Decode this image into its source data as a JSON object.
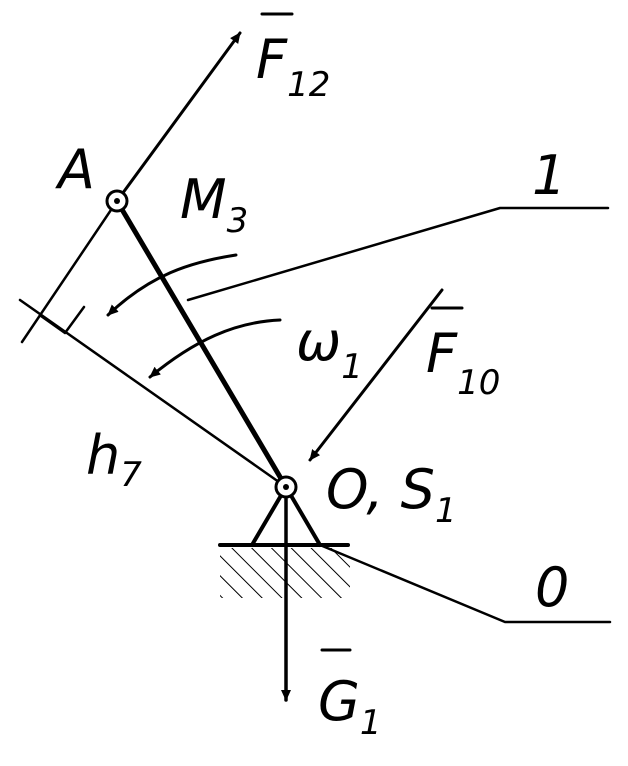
{
  "labels": {
    "point_a": "A",
    "force_f12": {
      "main": "F",
      "sub": "12"
    },
    "moment_m3": {
      "main": "M",
      "sub": "3"
    },
    "omega": {
      "main": "ω",
      "sub": "1"
    },
    "force_f10": {
      "main": "F",
      "sub": "10"
    },
    "pivot": {
      "main": "O",
      "sub_prefix": ", S",
      "sub": "1"
    },
    "arm": {
      "main": "h",
      "sub": "7"
    },
    "weight": {
      "main": "G",
      "sub": "1"
    },
    "leader_link": "1",
    "leader_frame": "0"
  }
}
